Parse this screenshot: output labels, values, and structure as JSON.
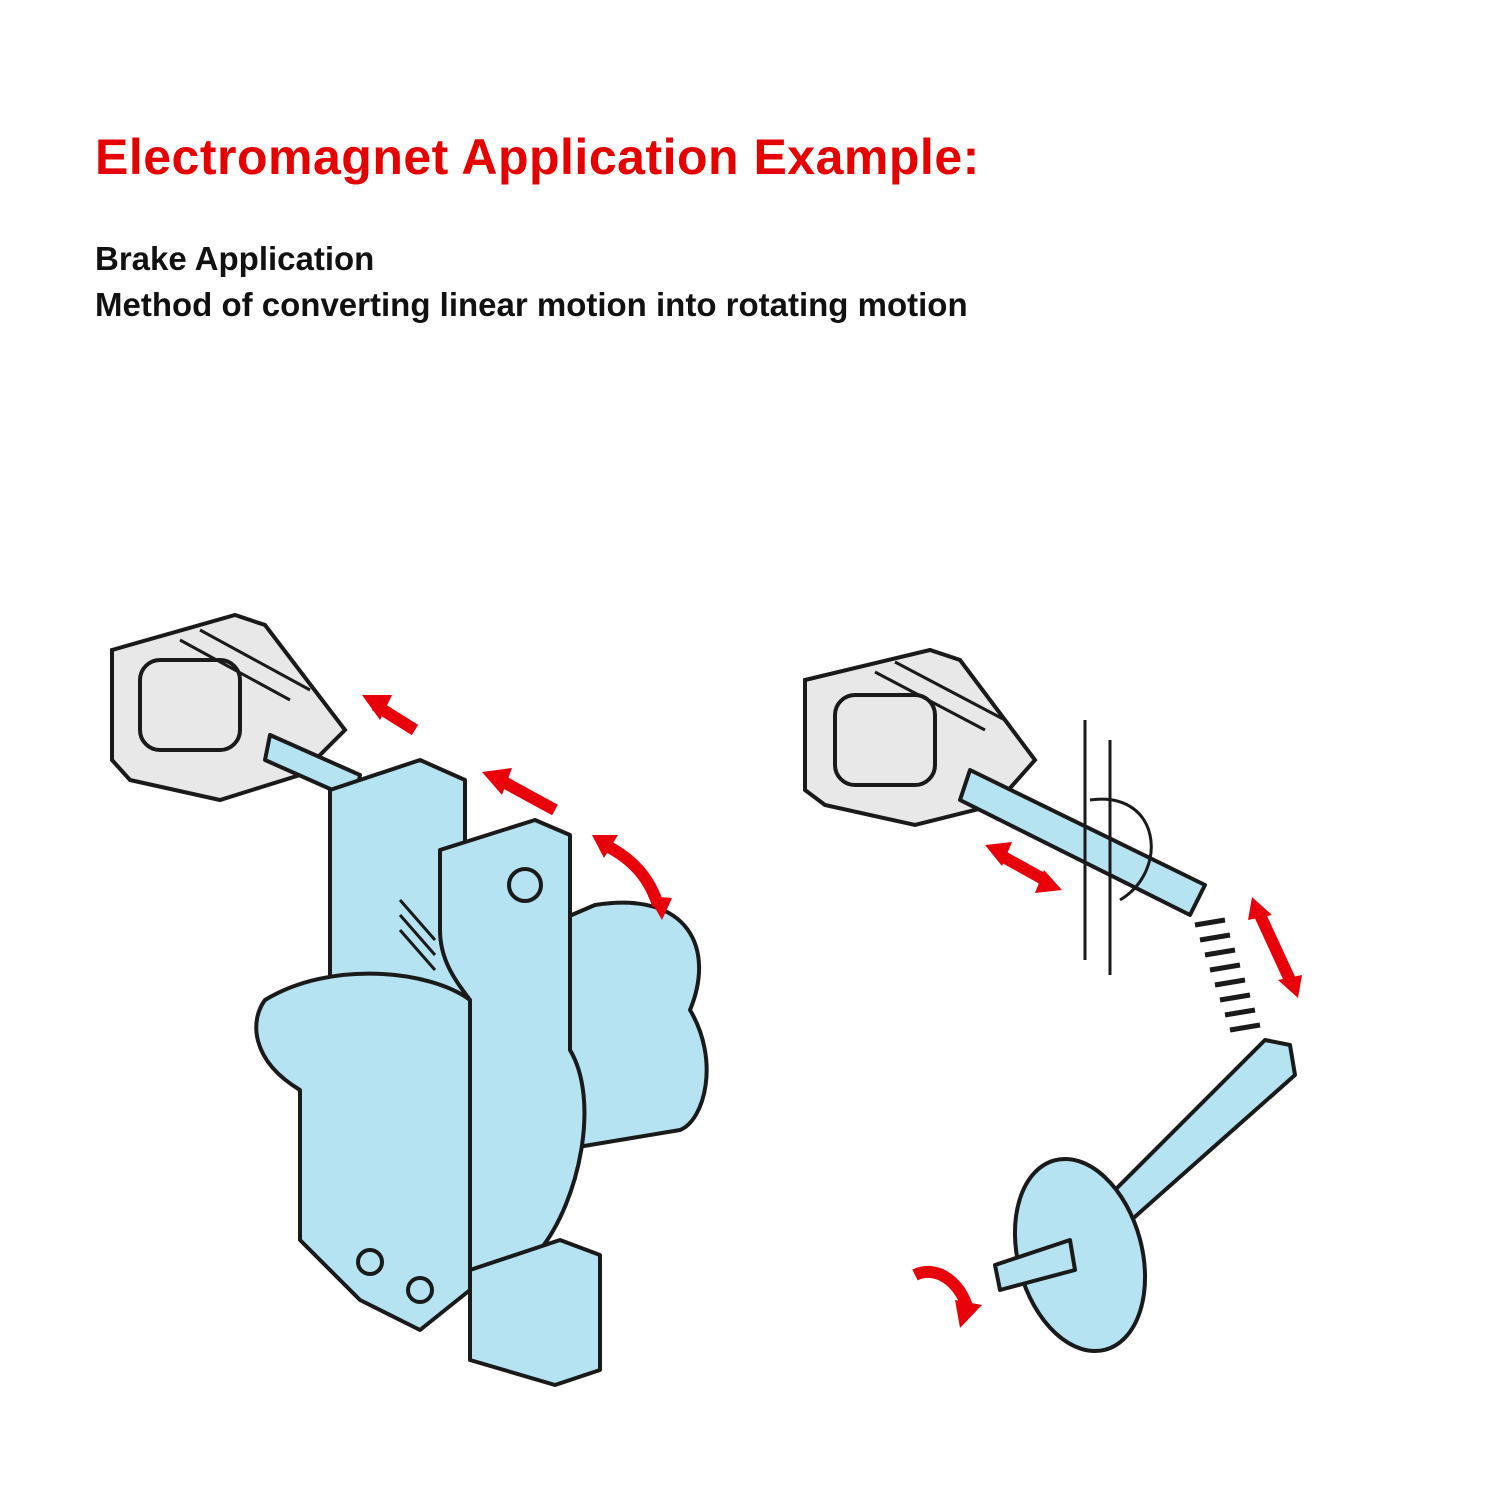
{
  "title": "Electromagnet Application Example:",
  "subtitle_lines": [
    "Brake Application",
    "Method of converting linear motion into rotating motion"
  ],
  "colors": {
    "title": "#e60000",
    "part_fill": "#b5e3f2",
    "arrow": "#e8000a"
  },
  "illustrations": [
    {
      "name": "brake-application-diagram"
    },
    {
      "name": "linear-to-rotary-diagram"
    }
  ]
}
